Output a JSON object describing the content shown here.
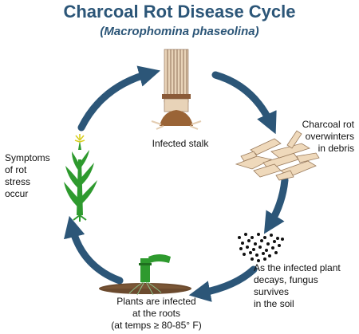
{
  "title": "Charcoal Rot Disease Cycle",
  "subtitle": "(Macrophomina phaseolina)",
  "stages": {
    "infected_stalk": "Infected stalk",
    "overwinters": "Charcoal rot\noverwinters\nin debris",
    "survives_soil": "As the infected plant\ndecays, fungus survives\nin the soil",
    "infected_roots": "Plants are infected\nat the roots\n(at temps ≥ 80-85° F)",
    "symptoms": "Symptoms\nof rot\nstress\noccur"
  },
  "colors": {
    "title": "#2c5678",
    "arrow": "#2c5678",
    "plant_green": "#2e9a2e",
    "stalk_tan": "#e8d3b8",
    "stalk_band": "#8a5a38",
    "debris": "#efd9bb",
    "soil_dots": "#111111",
    "soil_mound": "#6b4a2e"
  },
  "icons": [
    "stalk-illustration",
    "debris-illustration",
    "soil-dots-illustration",
    "root-seedling-illustration",
    "corn-plant-illustration",
    "cycle-arrow-icon"
  ]
}
